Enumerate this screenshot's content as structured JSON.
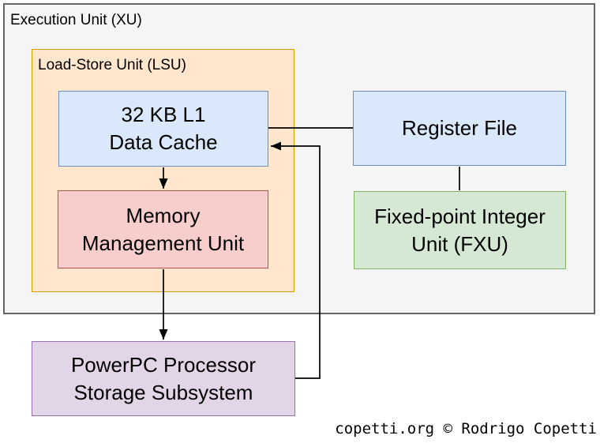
{
  "diagram": {
    "execution_unit": {
      "label": "Execution Unit (XU)",
      "fill": "#f5f5f5",
      "stroke": "#666666"
    },
    "load_store_unit": {
      "label": "Load-Store Unit (LSU)",
      "fill": "#ffe6cc",
      "stroke": "#d79b00"
    },
    "nodes": {
      "data_cache": {
        "lines": [
          "32 KB L1",
          "Data Cache"
        ],
        "fill": "#dae8fc",
        "stroke": "#6c8ebf"
      },
      "memory_management_unit": {
        "lines": [
          "Memory",
          "Management Unit"
        ],
        "fill": "#f8cecc",
        "stroke": "#b85450"
      },
      "register_file": {
        "lines": [
          "Register File"
        ],
        "fill": "#dae8fc",
        "stroke": "#6c8ebf"
      },
      "fixed_point_unit": {
        "lines": [
          "Fixed-point Integer",
          "Unit (FXU)"
        ],
        "fill": "#d5e8d4",
        "stroke": "#82b366"
      },
      "storage_subsystem": {
        "lines": [
          "PowerPC Processor",
          "Storage Subsystem"
        ],
        "fill": "#e1d5e7",
        "stroke": "#9673a6"
      }
    },
    "connections": [
      {
        "from": "data_cache",
        "to": "register_file",
        "style": "plain-line"
      },
      {
        "from": "storage_subsystem",
        "to": "data_cache",
        "style": "arrow"
      },
      {
        "from": "data_cache",
        "to": "memory_management_unit",
        "style": "arrow"
      },
      {
        "from": "memory_management_unit",
        "to": "storage_subsystem",
        "style": "arrow"
      },
      {
        "from": "register_file",
        "to": "fixed_point_unit",
        "style": "plain-line"
      }
    ],
    "wire_color": "#000000",
    "credit": "copetti.org © Rodrigo Copetti"
  }
}
